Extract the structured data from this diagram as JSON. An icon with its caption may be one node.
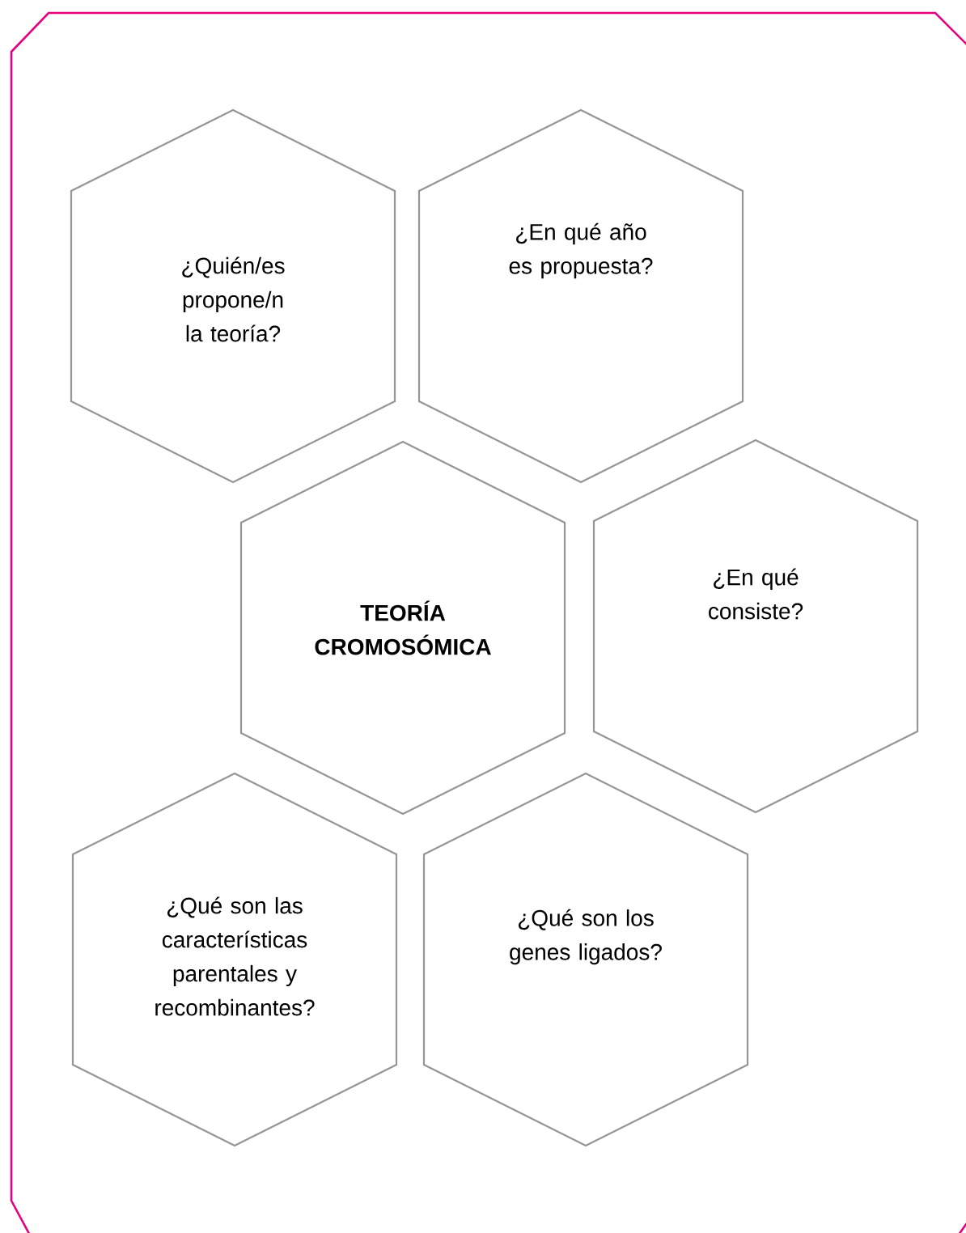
{
  "diagram": {
    "nodes": [
      {
        "text": [
          "¿Quién/es propone/n la teoría?"
        ]
      },
      {
        "text": [
          "¿En qué año es propuesta?"
        ]
      },
      {
        "text": [
          "TEORÍA CROMOSÓMICA"
        ]
      },
      {
        "text": [
          "¿En qué consiste?"
        ]
      },
      {
        "text": [
          "¿Qué son las características parentales y recombinantes?"
        ]
      },
      {
        "text": [
          "¿Qué son los genes ligados?"
        ]
      }
    ]
  }
}
